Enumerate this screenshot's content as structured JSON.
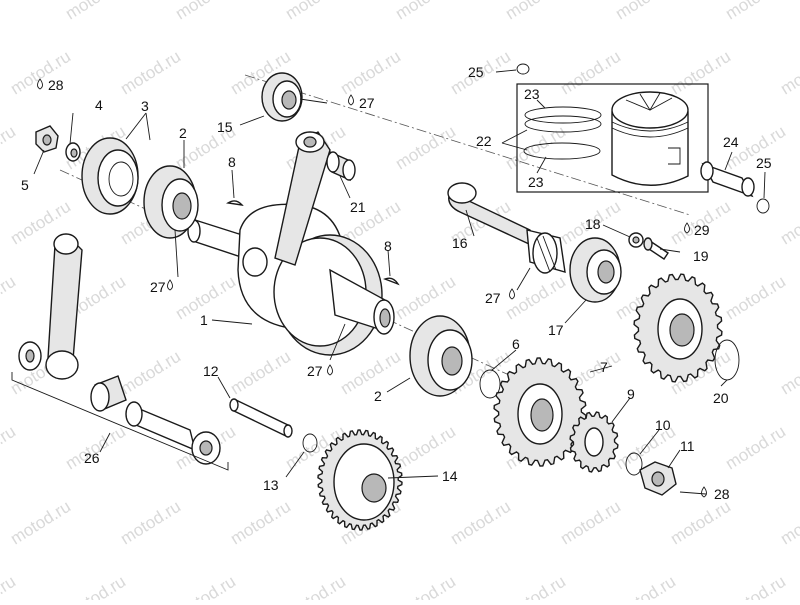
{
  "watermark": "motod.ru",
  "callouts": [
    {
      "id": "28a",
      "text": "28"
    },
    {
      "id": "4",
      "text": "4"
    },
    {
      "id": "3",
      "text": "3"
    },
    {
      "id": "5",
      "text": "5"
    },
    {
      "id": "2a",
      "text": "2"
    },
    {
      "id": "15",
      "text": "15"
    },
    {
      "id": "27a",
      "text": "27"
    },
    {
      "id": "8a",
      "text": "8"
    },
    {
      "id": "21",
      "text": "21"
    },
    {
      "id": "27b",
      "text": "27"
    },
    {
      "id": "8b",
      "text": "8"
    },
    {
      "id": "1",
      "text": "1"
    },
    {
      "id": "27c",
      "text": "27"
    },
    {
      "id": "16",
      "text": "16"
    },
    {
      "id": "27d",
      "text": "27"
    },
    {
      "id": "17",
      "text": "17"
    },
    {
      "id": "18",
      "text": "18"
    },
    {
      "id": "29",
      "text": "29"
    },
    {
      "id": "19",
      "text": "19"
    },
    {
      "id": "25a",
      "text": "25"
    },
    {
      "id": "23a",
      "text": "23"
    },
    {
      "id": "22",
      "text": "22"
    },
    {
      "id": "23b",
      "text": "23"
    },
    {
      "id": "24",
      "text": "24"
    },
    {
      "id": "25b",
      "text": "25"
    },
    {
      "id": "20",
      "text": "20"
    },
    {
      "id": "7",
      "text": "7"
    },
    {
      "id": "6",
      "text": "6"
    },
    {
      "id": "2b",
      "text": "2"
    },
    {
      "id": "9",
      "text": "9"
    },
    {
      "id": "10",
      "text": "10"
    },
    {
      "id": "11",
      "text": "11"
    },
    {
      "id": "28b",
      "text": "28"
    },
    {
      "id": "12",
      "text": "12"
    },
    {
      "id": "13",
      "text": "13"
    },
    {
      "id": "14",
      "text": "14"
    },
    {
      "id": "26",
      "text": "26"
    }
  ]
}
